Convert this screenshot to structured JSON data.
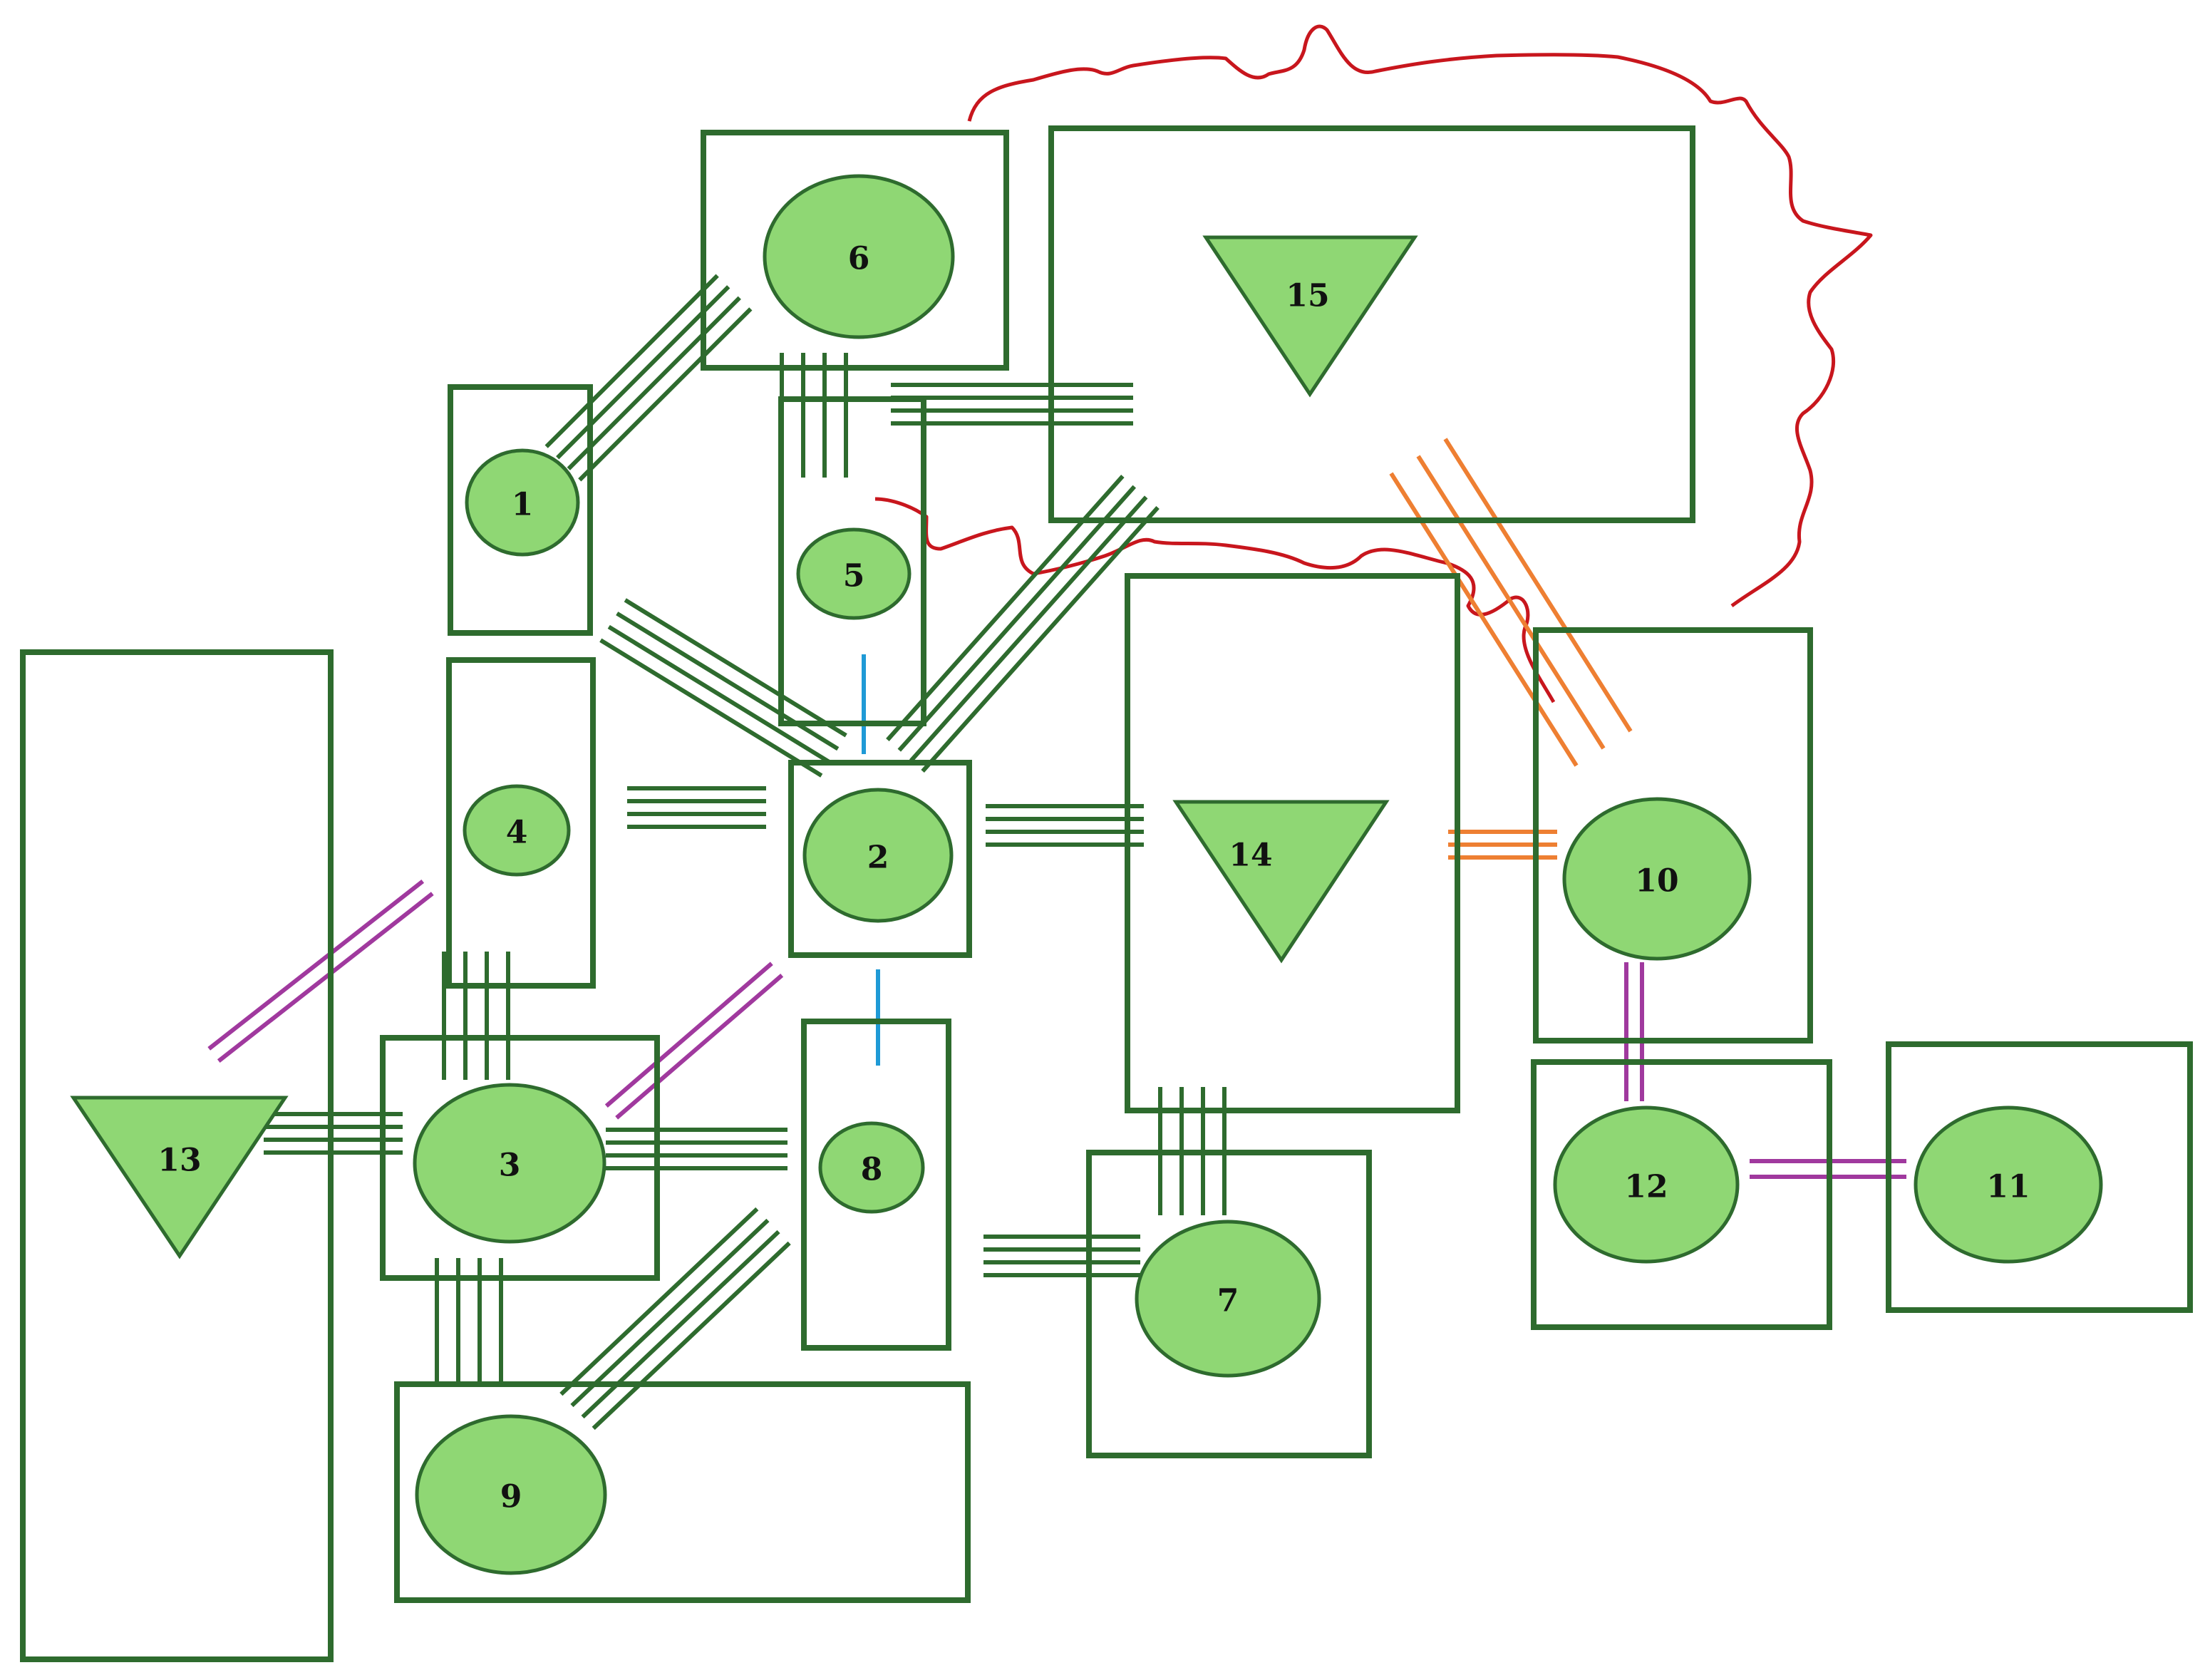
{
  "colors": {
    "box_stroke": "#2e6b2e",
    "node_fill": "#8fd774",
    "green_link": "#2e6b2e",
    "purple_link": "#a0399e",
    "orange_link": "#ee7f32",
    "blue_link": "#1f9ad6",
    "boundary": "#c8161d"
  },
  "nodes": [
    {
      "id": "n1",
      "label": "1",
      "shape": "circle"
    },
    {
      "id": "n2",
      "label": "2",
      "shape": "circle"
    },
    {
      "id": "n3",
      "label": "3",
      "shape": "circle"
    },
    {
      "id": "n4",
      "label": "4",
      "shape": "circle"
    },
    {
      "id": "n5",
      "label": "5",
      "shape": "circle"
    },
    {
      "id": "n6",
      "label": "6",
      "shape": "circle"
    },
    {
      "id": "n7",
      "label": "7",
      "shape": "circle"
    },
    {
      "id": "n8",
      "label": "8",
      "shape": "circle"
    },
    {
      "id": "n9",
      "label": "9",
      "shape": "circle"
    },
    {
      "id": "n10",
      "label": "10",
      "shape": "circle"
    },
    {
      "id": "n11",
      "label": "11",
      "shape": "circle"
    },
    {
      "id": "n12",
      "label": "12",
      "shape": "circle"
    },
    {
      "id": "n13",
      "label": "13",
      "shape": "triangle"
    },
    {
      "id": "n14",
      "label": "14",
      "shape": "triangle"
    },
    {
      "id": "n15",
      "label": "15",
      "shape": "triangle"
    }
  ],
  "links": [
    {
      "from": "1",
      "to": "6",
      "color": "green",
      "lines": 4
    },
    {
      "from": "1",
      "to": "2",
      "color": "green",
      "lines": 4
    },
    {
      "from": "4",
      "to": "2",
      "color": "green",
      "lines": 4
    },
    {
      "from": "4",
      "to": "3",
      "color": "green",
      "lines": 4
    },
    {
      "from": "4",
      "to": "13",
      "color": "purple",
      "lines": 2
    },
    {
      "from": "6",
      "to": "5",
      "color": "green",
      "lines": 4
    },
    {
      "from": "5",
      "to": "15",
      "color": "green",
      "lines": 4
    },
    {
      "from": "2",
      "to": "15",
      "color": "green",
      "lines": 4
    },
    {
      "from": "5",
      "to": "2",
      "color": "blue",
      "lines": 1
    },
    {
      "from": "2",
      "to": "8",
      "color": "blue",
      "lines": 1
    },
    {
      "from": "2",
      "to": "14",
      "color": "green",
      "lines": 4
    },
    {
      "from": "2",
      "to": "3",
      "color": "purple",
      "lines": 2
    },
    {
      "from": "13",
      "to": "3",
      "color": "green",
      "lines": 4
    },
    {
      "from": "3",
      "to": "8",
      "color": "green",
      "lines": 4
    },
    {
      "from": "3",
      "to": "9",
      "color": "green",
      "lines": 4
    },
    {
      "from": "8",
      "to": "9",
      "color": "green",
      "lines": 4
    },
    {
      "from": "8",
      "to": "7",
      "color": "green",
      "lines": 4
    },
    {
      "from": "14",
      "to": "7",
      "color": "green",
      "lines": 4
    },
    {
      "from": "14",
      "to": "10",
      "color": "orange",
      "lines": 3
    },
    {
      "from": "15",
      "to": "10",
      "color": "orange",
      "lines": 3
    },
    {
      "from": "10",
      "to": "12",
      "color": "purple",
      "lines": 2
    },
    {
      "from": "12",
      "to": "11",
      "color": "purple",
      "lines": 2
    }
  ]
}
